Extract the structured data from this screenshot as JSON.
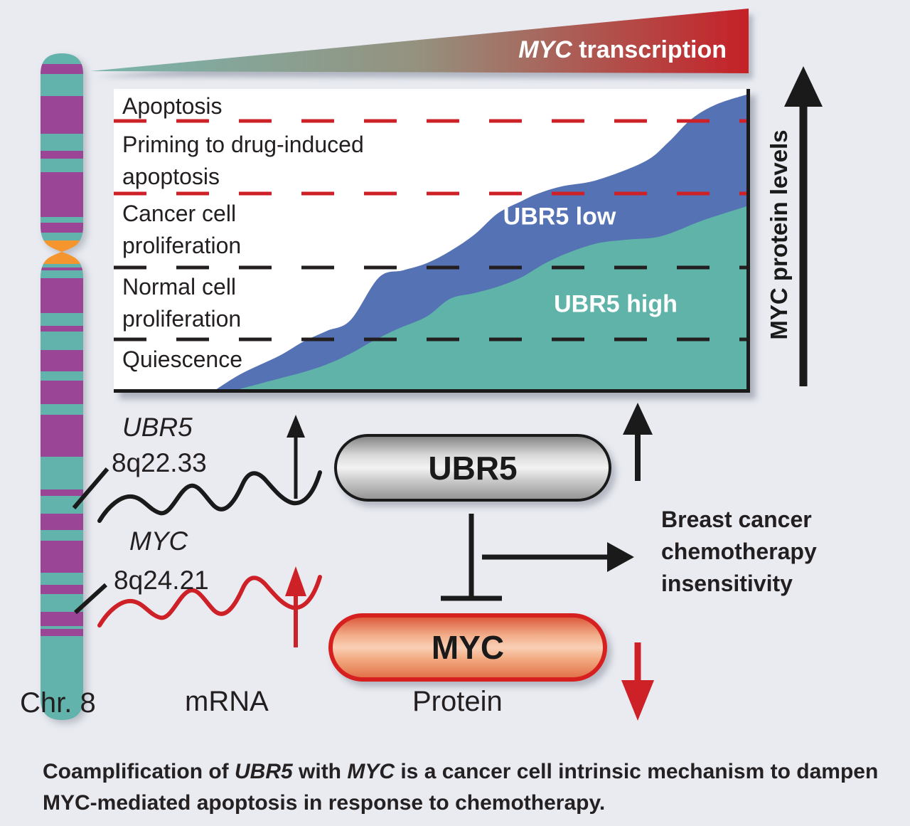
{
  "window": {
    "background": "#e9ebf1"
  },
  "palette": {
    "blue": "#5572b4",
    "teal": "#5fb3a8",
    "purple": "#9a4596",
    "chromosome_teal": "#62b3ab",
    "centromere_orange": "#f5952e",
    "red": "#cd2027",
    "ink": "#231f20",
    "panel_bg": "#ffffff"
  },
  "banner": {
    "gene": "MYC",
    "rest": " transcription",
    "gradient": [
      "#79b5ad",
      "#95917e",
      "#c52127"
    ],
    "text_color": "#ffffff"
  },
  "right_axis": {
    "label": "MYC protein levels"
  },
  "chart_data": {
    "type": "area",
    "title": "",
    "top_axis_label": "MYC transcription",
    "right_axis_label": "MYC protein levels",
    "plot_size": [
      890,
      422
    ],
    "zone_labels": [
      {
        "l1": "Apoptosis",
        "l2": ""
      },
      {
        "l1": "Priming to drug-induced",
        "l2": "apoptosis"
      },
      {
        "l1": "Cancer cell",
        "l2": "proliferation"
      },
      {
        "l1": "Normal cell",
        "l2": "proliferation"
      },
      {
        "l1": "Quiescence",
        "l2": ""
      }
    ],
    "threshold_lines": [
      {
        "y": 45,
        "color": "#cd2027"
      },
      {
        "y": 147,
        "color": "#cd2027"
      },
      {
        "y": 251,
        "color": "#231f20"
      },
      {
        "y": 352,
        "color": "#231f20"
      }
    ],
    "series": [
      {
        "name": "UBR5 low",
        "color": "#5572b4",
        "points": [
          [
            143,
            423
          ],
          [
            180,
            400
          ],
          [
            233,
            375
          ],
          [
            267,
            355
          ],
          [
            300,
            340
          ],
          [
            333,
            325
          ],
          [
            373,
            265
          ],
          [
            407,
            255
          ],
          [
            440,
            245
          ],
          [
            473,
            228
          ],
          [
            507,
            205
          ],
          [
            540,
            175
          ],
          [
            573,
            158
          ],
          [
            597,
            147
          ],
          [
            630,
            137
          ],
          [
            680,
            128
          ],
          [
            747,
            102
          ],
          [
            780,
            75
          ],
          [
            813,
            42
          ],
          [
            847,
            22
          ],
          [
            890,
            8
          ]
        ]
      },
      {
        "name": "UBR5 high",
        "color": "#5fb3a8",
        "points": [
          [
            173,
            423
          ],
          [
            233,
            407
          ],
          [
            267,
            398
          ],
          [
            300,
            387
          ],
          [
            333,
            372
          ],
          [
            367,
            353
          ],
          [
            400,
            337
          ],
          [
            440,
            320
          ],
          [
            473,
            295
          ],
          [
            507,
            287
          ],
          [
            540,
            278
          ],
          [
            573,
            265
          ],
          [
            607,
            245
          ],
          [
            640,
            230
          ],
          [
            680,
            217
          ],
          [
            720,
            212
          ],
          [
            770,
            207
          ],
          [
            828,
            185
          ],
          [
            890,
            165
          ]
        ]
      }
    ]
  },
  "chromosome": {
    "label": "Chr. 8",
    "teal": "#62b3ab",
    "purple": "#9a4596",
    "centromere": "#f5952e",
    "bands": [
      [
        "T",
        75,
        90
      ],
      [
        "P",
        90,
        104
      ],
      [
        "T",
        104,
        135
      ],
      [
        "P",
        135,
        188
      ],
      [
        "T",
        188,
        212
      ],
      [
        "P",
        212,
        223
      ],
      [
        "T",
        223,
        242
      ],
      [
        "P",
        242,
        305
      ],
      [
        "T",
        305,
        313
      ],
      [
        "P",
        313,
        327
      ],
      [
        "T",
        327,
        338
      ],
      [
        "O",
        338,
        371
      ],
      [
        "T",
        371,
        376
      ],
      [
        "P",
        376,
        380
      ],
      [
        "T",
        380,
        391
      ],
      [
        "P",
        391,
        440
      ],
      [
        "T",
        440,
        458
      ],
      [
        "P",
        458,
        466
      ],
      [
        "T",
        466,
        492
      ],
      [
        "P",
        492,
        522
      ],
      [
        "T",
        522,
        535
      ],
      [
        "P",
        535,
        568
      ],
      [
        "T",
        568,
        583
      ],
      [
        "P",
        583,
        642
      ],
      [
        "T",
        642,
        688
      ],
      [
        "P",
        688,
        697
      ],
      [
        "T",
        697,
        722
      ],
      [
        "P",
        722,
        745
      ],
      [
        "T",
        745,
        760
      ],
      [
        "P",
        760,
        805
      ],
      [
        "T",
        805,
        822
      ],
      [
        "P",
        822,
        835
      ],
      [
        "T",
        835,
        860
      ],
      [
        "P",
        860,
        880
      ],
      [
        "T",
        880,
        884
      ],
      [
        "P",
        884,
        894
      ],
      [
        "T",
        894,
        1012
      ]
    ]
  },
  "genes": {
    "ubr5": {
      "name": "UBR5",
      "locus": "8q22.33"
    },
    "myc": {
      "name": "MYC",
      "locus": "8q24.21"
    }
  },
  "columns": {
    "chr": "Chr. 8",
    "mrna": "mRNA",
    "protein": "Protein"
  },
  "proteins": {
    "ubr5_label": "UBR5",
    "myc_label": "MYC"
  },
  "outcome": {
    "line1": "Breast cancer",
    "line2": "chemotherapy",
    "line3": "insensitivity"
  },
  "caption": {
    "part1": "Coamplification of ",
    "gene1": "UBR5",
    "part2": " with ",
    "gene2": "MYC",
    "part3": " is a cancer cell intrinsic mechanism to dampen MYC-mediated apoptosis in response to chemotherapy."
  }
}
